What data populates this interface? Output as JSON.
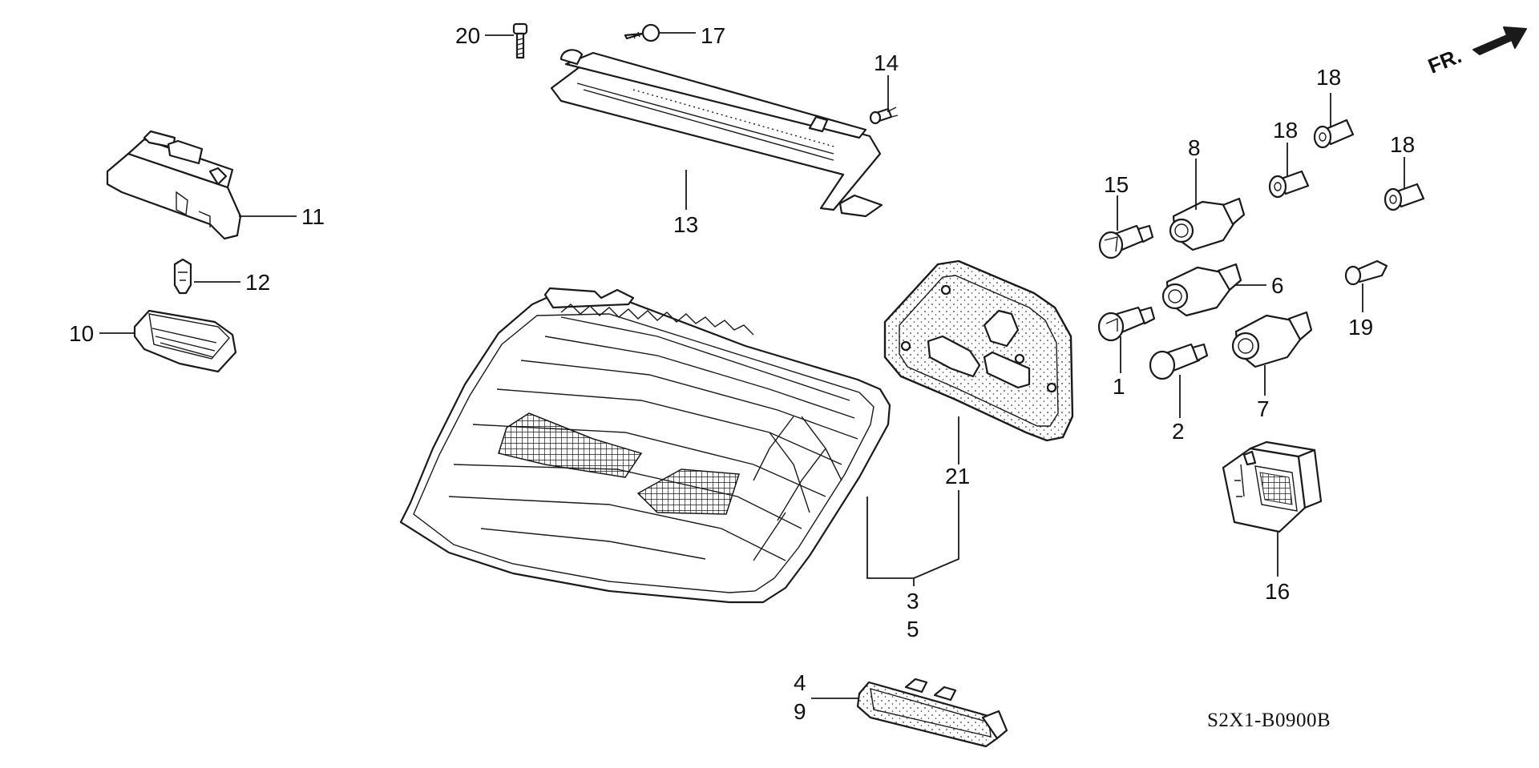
{
  "diagram": {
    "code": "S2X1-B0900B",
    "direction_label": "FR.",
    "callouts": {
      "c1": "1",
      "c2": "2",
      "c3": "3",
      "c4": "4",
      "c5": "5",
      "c6": "6",
      "c7": "7",
      "c8": "8",
      "c9": "9",
      "c10": "10",
      "c11": "11",
      "c12": "12",
      "c13": "13",
      "c14": "14",
      "c15": "15",
      "c16": "16",
      "c17": "17",
      "c18a": "18",
      "c18b": "18",
      "c18c": "18",
      "c19": "19",
      "c20": "20",
      "c21": "21"
    }
  }
}
